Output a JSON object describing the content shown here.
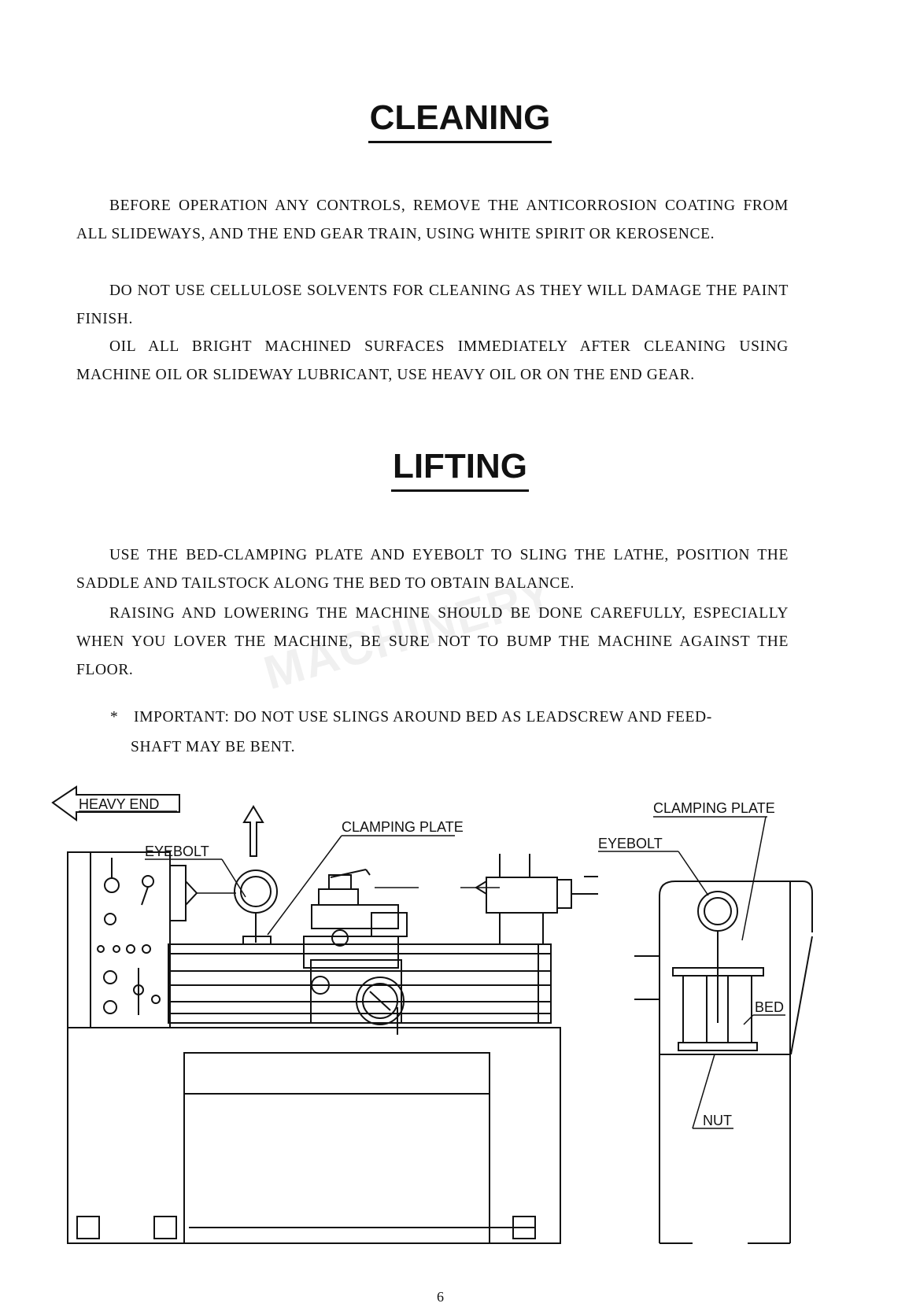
{
  "cleaning": {
    "heading": "CLEANING",
    "para1": "BEFORE OPERATION ANY CONTROLS, REMOVE THE ANTICORROSION COATING FROM ALL SLIDEWAYS, AND THE END GEAR TRAIN, USING WHITE SPIRIT OR KEROSENCE.",
    "para2": "DO NOT USE CELLULOSE SOLVENTS FOR CLEANING AS THEY WILL DAMAGE THE PAINT FINISH.",
    "para3": "OIL ALL BRIGHT MACHINED SURFACES IMMEDIATELY AFTER CLEANING USING MACHINE OIL OR SLIDEWAY LUBRICANT, USE HEAVY OIL OR ON THE END GEAR."
  },
  "lifting": {
    "heading": "LIFTING",
    "para1": "USE THE BED-CLAMPING PLATE AND EYEBOLT TO SLING THE LATHE, POSITION THE SADDLE AND TAILSTOCK ALONG THE BED TO OBTAIN BALANCE.",
    "para2": "RAISING AND LOWERING THE MACHINE SHOULD BE DONE CAREFULLY, ESPECIALLY WHEN YOU LOVER THE MACHINE, BE SURE NOT TO BUMP THE MACHINE AGAINST THE FLOOR.",
    "note_mark": "*",
    "note_line1": "IMPORTANT: DO NOT USE SLINGS AROUND BED AS LEADSCREW AND FEED-",
    "note_line2": "SHAFT MAY BE BENT."
  },
  "watermark": "MACHINERY",
  "diagram": {
    "heavy_end": "HEAVY END",
    "eyebolt_left": "EYEBOLT",
    "clamping_plate_left": "CLAMPING PLATE",
    "clamping_plate_right": "CLAMPING PLATE",
    "eyebolt_right": "EYEBOLT",
    "bed": "BED",
    "nut": "NUT"
  },
  "page_number": "6"
}
